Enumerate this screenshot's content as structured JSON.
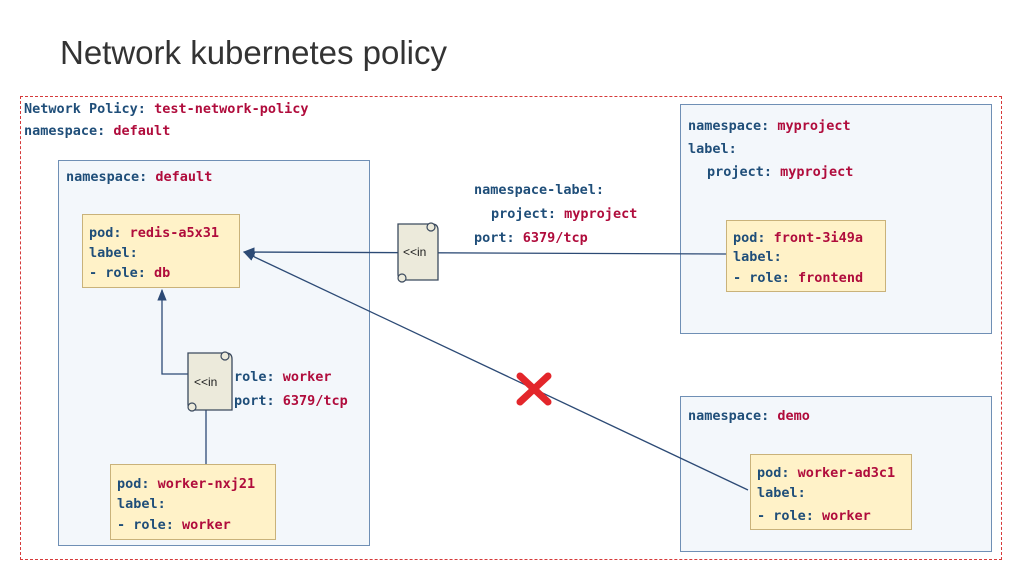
{
  "title": "Network kubernetes policy",
  "policy": {
    "name_key": "Network Policy:",
    "name_value": "test-network-policy",
    "namespace_key": "namespace:",
    "namespace_value": "default"
  },
  "ns_default": {
    "key": "namespace:",
    "value": "default",
    "pod_redis": {
      "pod_key": "pod:",
      "pod_value": "redis-a5x31",
      "label_key": "label:",
      "role_key": "- role:",
      "role_value": "db"
    },
    "pod_worker": {
      "pod_key": "pod:",
      "pod_value": "worker-nxj21",
      "label_key": "label:",
      "role_key": "- role:",
      "role_value": "worker"
    }
  },
  "ns_myproject": {
    "key": "namespace:",
    "value": "myproject",
    "label_key": "label:",
    "project_key": "project:",
    "project_value": "myproject",
    "pod_front": {
      "pod_key": "pod:",
      "pod_value": "front-3i49a",
      "label_key": "label:",
      "role_key": "- role:",
      "role_value": "frontend"
    }
  },
  "ns_demo": {
    "key": "namespace:",
    "value": "demo",
    "pod_worker": {
      "pod_key": "pod:",
      "pod_value": "worker-ad3c1",
      "label_key": "label:",
      "role_key": "- role:",
      "role_value": "worker"
    }
  },
  "rule_namespace": {
    "nslabel_key": "namespace-label:",
    "project_key": "project:",
    "project_value": "myproject",
    "port_key": "port:",
    "port_value": "6379/tcp"
  },
  "rule_pod": {
    "role_key": "role:",
    "role_value": "worker",
    "port_key": "port:",
    "port_value": "6379/tcp"
  },
  "ingress_scroll_label": "<<in",
  "colors": {
    "key": "#1f4e79",
    "value": "#b00c3c",
    "deny": "#e3262b",
    "edge": "#2c4a75"
  }
}
